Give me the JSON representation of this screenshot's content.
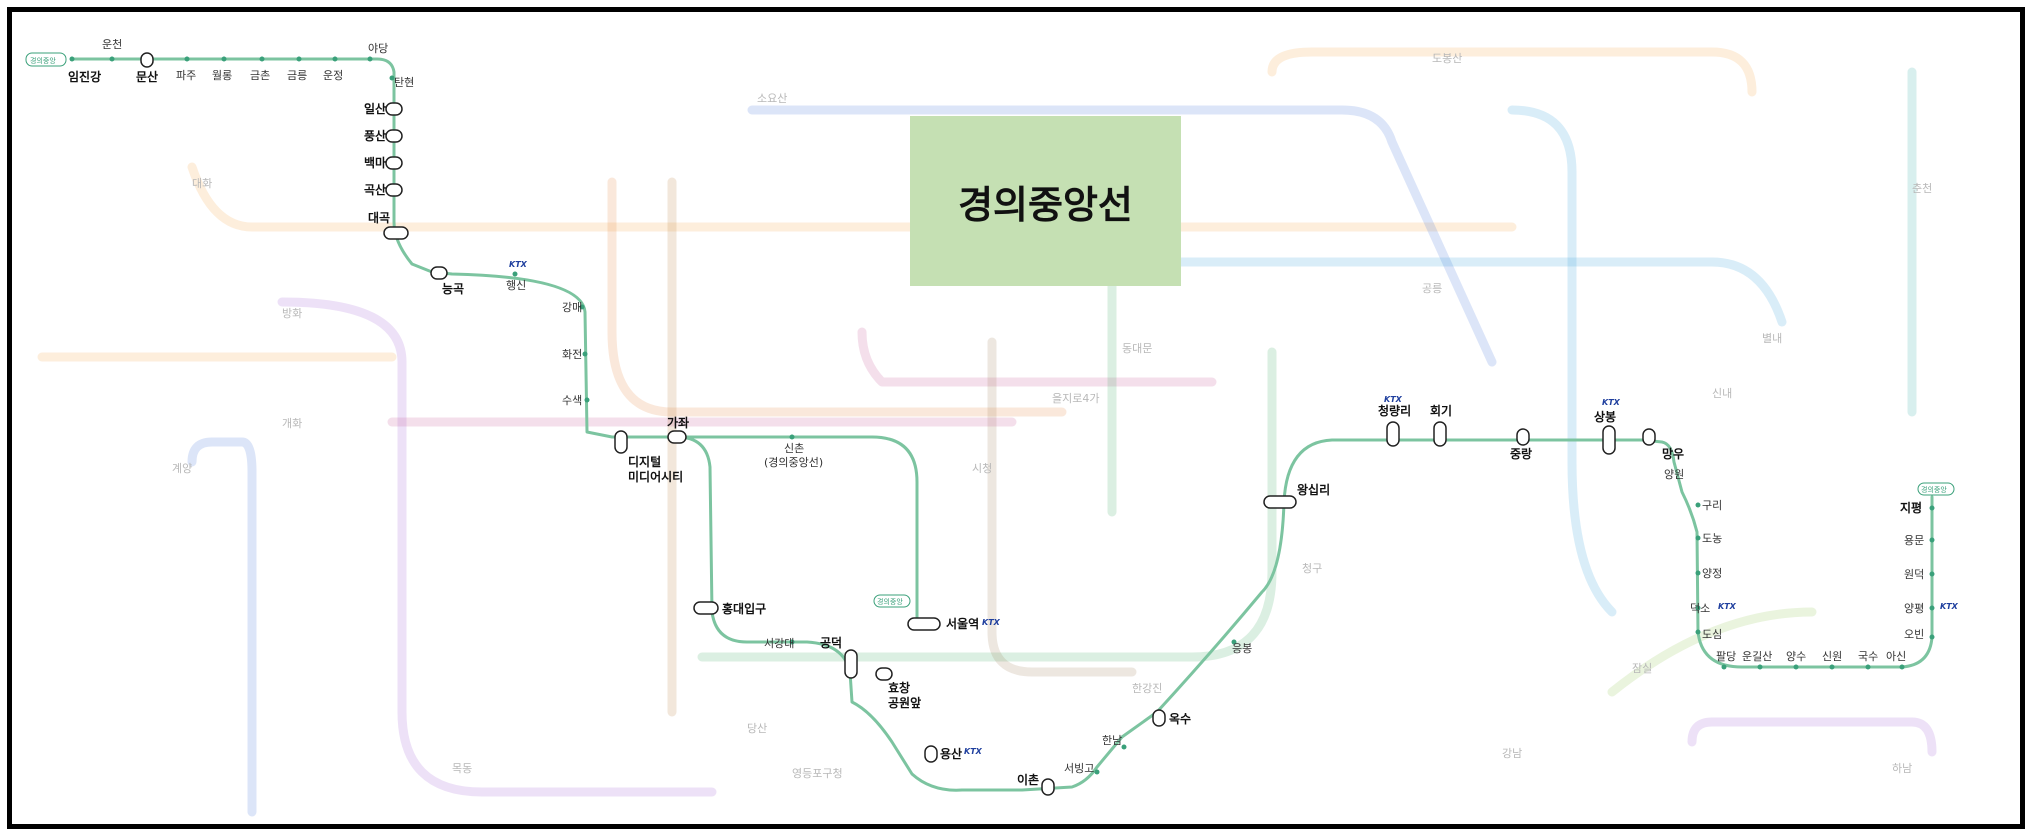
{
  "title": "경의중앙선",
  "badges": {
    "west": "경의중앙",
    "seoul": "경의중앙",
    "east": "경의중앙"
  },
  "ktx_label": "KTX",
  "stations": {
    "imjingang": "임진강",
    "uncheon": "운천",
    "munsan": "문산",
    "paju": "파주",
    "woljong": "월롱",
    "geumchon": "금촌",
    "geumneung": "금릉",
    "unjeong": "운정",
    "yadang": "야당",
    "tanhyeon": "탄현",
    "ilsan": "일산",
    "pungsan": "풍산",
    "baekma": "백마",
    "goksan": "곡산",
    "daegok": "대곡",
    "neunggok": "능곡",
    "haengsin": "행신",
    "gangmae": "강매",
    "hwajeon": "화전",
    "susaek": "수색",
    "dmc_1": "디지털",
    "dmc_2": "미디어시티",
    "gajwa": "가좌",
    "sinchon_1": "신촌",
    "sinchon_2": "(경의중앙선)",
    "seoul": "서울역",
    "hongik": "홍대입구",
    "sogang": "서강대",
    "gongdeok": "공덕",
    "hyochang_1": "효창",
    "hyochang_2": "공원앞",
    "yongsan": "용산",
    "ichon": "이촌",
    "seobinggo": "서빙고",
    "hannam": "한남",
    "oksu": "옥수",
    "eungbong": "응봉",
    "wangsimni": "왕십리",
    "cheongnyangni": "청량리",
    "hoegi": "회기",
    "jungnang": "중랑",
    "sangbong": "상봉",
    "mangu": "망우",
    "yangwon": "양원",
    "guri": "구리",
    "donong": "도농",
    "yangjeong": "양정",
    "deokso": "덕소",
    "dosim": "도심",
    "paldang": "팔당",
    "ungilsan": "운길산",
    "yangsu": "양수",
    "sinwon": "신원",
    "guksu": "국수",
    "asin": "아신",
    "obin": "오빈",
    "yangpyeong": "양평",
    "wondeok": "원덕",
    "yongmun": "용문",
    "jipyeong": "지평"
  },
  "colors": {
    "jungang": "#7cc4a0",
    "title_bg": "#c5e0b3",
    "ktx": "#1f3f9e"
  }
}
